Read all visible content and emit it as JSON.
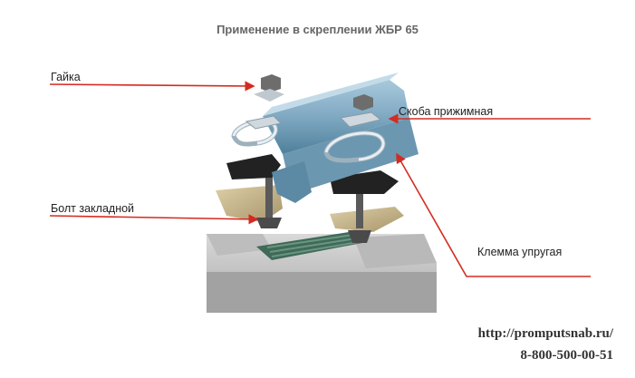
{
  "title": "Применение в скреплении ЖБР 65",
  "labels": {
    "nut": "Гайка",
    "clamp_bracket": "Скоба прижимная",
    "anchor_bolt": "Болт закладной",
    "elastic_clip": "Клемма упругая"
  },
  "footer": {
    "url": "http://promputsnab.ru/",
    "phone": "8-800-500-00-51"
  },
  "colors": {
    "arrow": "#d42b20",
    "rail": "#7fa9c2",
    "concrete": "#c9c9c9",
    "pad": "#3f6a58",
    "plate": "#c7b488",
    "clip": "#2a2a2a"
  }
}
